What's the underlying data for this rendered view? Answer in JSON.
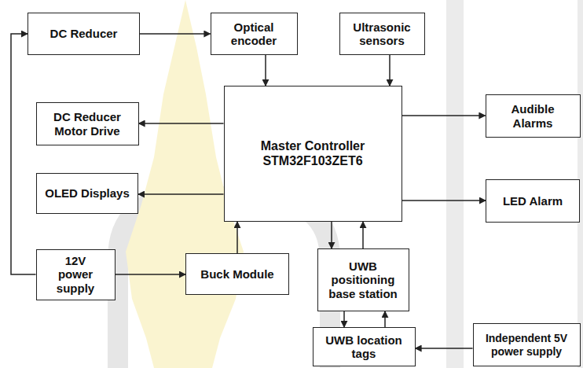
{
  "diagram": {
    "nodes": [
      {
        "text": [
          "DC Reducer"
        ]
      },
      {
        "text": [
          "Optical encoder"
        ]
      },
      {
        "text": [
          "Ultrasonic sensors"
        ]
      },
      {
        "text": [
          "DC Reducer Motor Drive"
        ]
      },
      {
        "text": [
          "Master Controller STM32F103ZET6"
        ]
      },
      {
        "text": [
          "Audible Alarms"
        ]
      },
      {
        "text": [
          "OLED Displays"
        ]
      },
      {
        "text": [
          "LED Alarm"
        ]
      },
      {
        "text": [
          "12V power supply"
        ]
      },
      {
        "text": [
          "Buck Module"
        ]
      },
      {
        "text": [
          "UWB positioning base station"
        ]
      },
      {
        "text": [
          "UWB location tags"
        ]
      },
      {
        "text": [
          "Independent 5V power supply"
        ]
      }
    ],
    "edges": [
      {
        "from": 8,
        "to": 0,
        "arrow": "to"
      },
      {
        "from": 0,
        "to": 1,
        "arrow": "to"
      },
      {
        "from": 1,
        "to": 4,
        "arrow": "to"
      },
      {
        "from": 2,
        "to": 4,
        "arrow": "to"
      },
      {
        "from": 4,
        "to": 3,
        "arrow": "to"
      },
      {
        "from": 4,
        "to": 6,
        "arrow": "to"
      },
      {
        "from": 4,
        "to": 5,
        "arrow": "to"
      },
      {
        "from": 4,
        "to": 7,
        "arrow": "to"
      },
      {
        "from": 8,
        "to": 9,
        "arrow": "to"
      },
      {
        "from": 9,
        "to": 4,
        "arrow": "to"
      },
      {
        "from": 4,
        "to": 10,
        "arrow": "to"
      },
      {
        "from": 10,
        "to": 4,
        "arrow": "to"
      },
      {
        "from": 10,
        "to": 11,
        "arrow": "to"
      },
      {
        "from": 11,
        "to": 10,
        "arrow": "to"
      },
      {
        "from": 12,
        "to": 11,
        "arrow": "to"
      }
    ]
  }
}
